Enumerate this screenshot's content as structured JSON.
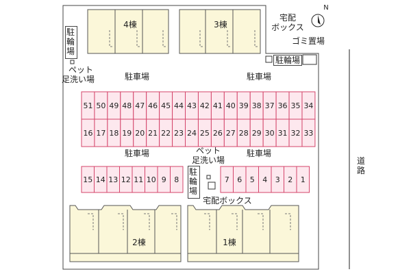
{
  "buildings": {
    "b4": "4棟",
    "b3": "3棟",
    "b2": "2棟",
    "b1": "1棟"
  },
  "parking_label": "駐車場",
  "bicycle_parking": "駐輪場",
  "bicycle_parking_boxed": "駐輪場",
  "pet_wash": "ペット足洗い場",
  "pet_wash_line1": "ペット",
  "pet_wash_line2": "足洗い場",
  "delivery_box": "宅配ボックス",
  "delivery_box_line1": "宅配",
  "delivery_box_line2": "ボックス",
  "garbage": "ゴミ置場",
  "road": "道路",
  "compass": "N",
  "spaces_top_row": [
    "51",
    "50",
    "49",
    "48",
    "47",
    "46",
    "45",
    "44",
    "43",
    "42",
    "41",
    "40",
    "39",
    "38",
    "37",
    "36",
    "35",
    "34"
  ],
  "spaces_mid_row": [
    "16",
    "17",
    "18",
    "19",
    "20",
    "21",
    "22",
    "23",
    "24",
    "25",
    "26",
    "27",
    "28",
    "29",
    "30",
    "31",
    "32",
    "33"
  ],
  "spaces_left_row": [
    "15",
    "14",
    "13",
    "12",
    "11",
    "10",
    "9",
    "8"
  ],
  "spaces_right_row": [
    "7",
    "6",
    "5",
    "4",
    "3",
    "2",
    "1"
  ],
  "colors": {
    "parking_fill": "#fde8ee",
    "parking_stroke": "#d4446a",
    "building_fill": "#fbf7d9",
    "building_stroke": "#555555",
    "site_stroke": "#444444"
  }
}
